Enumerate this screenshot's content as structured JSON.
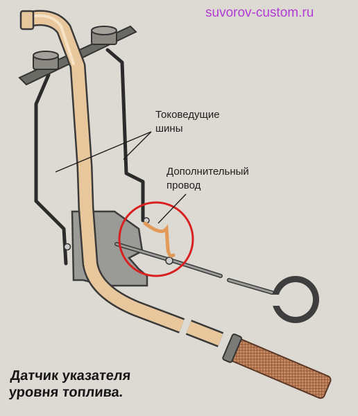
{
  "watermark": "suvorov-custom.ru",
  "labels": {
    "busbars_line1": "Токоведущие",
    "busbars_line2": "шины",
    "extra_wire_line1": "Дополнительный",
    "extra_wire_line2": "провод"
  },
  "caption": {
    "line1": "Датчик указателя",
    "line2": "уровня топлива."
  },
  "colors": {
    "background": "#ddd9d3",
    "tube_fill": "#e8c79c",
    "metal": "#4a4a4a",
    "highlight_circle": "#d92020",
    "extra_wire": "#e39a58",
    "filter": "#c98b62",
    "watermark": "#b23bd6"
  }
}
